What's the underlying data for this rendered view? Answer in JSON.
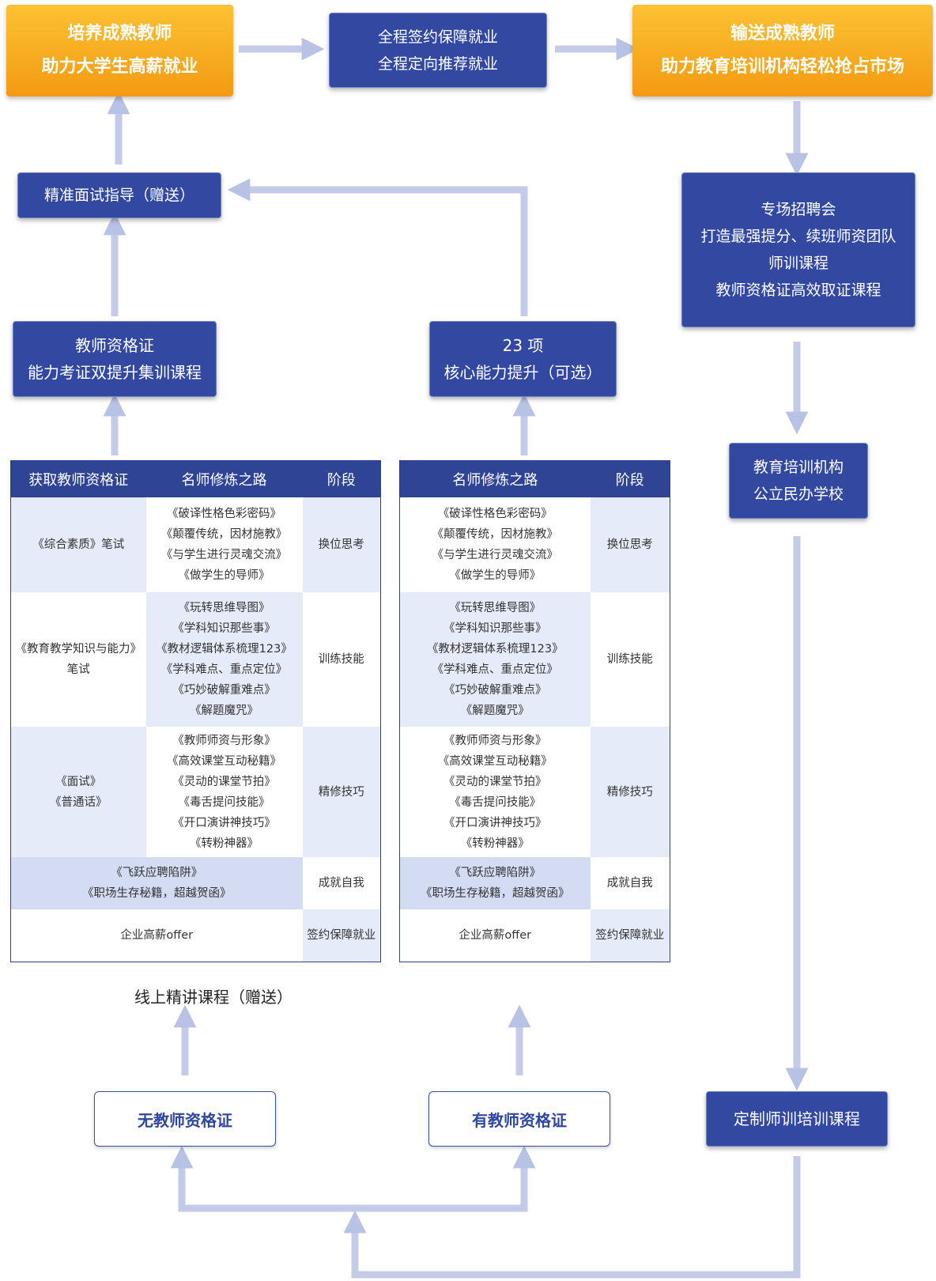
{
  "top": {
    "left_box": [
      "培养成熟教师",
      "助力大学生高薪就业"
    ],
    "middle_box": [
      "全程签约保障就业",
      "全程定向推荐就业"
    ],
    "right_box": [
      "输送成熟教师",
      "助力教育培训机构轻松抢占市场"
    ]
  },
  "interview_guidance": "精准面试指导（赠送）",
  "cert_course": [
    "教师资格证",
    "能力考证双提升集训课程"
  ],
  "core_ability": [
    "23 项",
    "核心能力提升（可选）"
  ],
  "recruitment": [
    "专场招聘会",
    "打造最强提分、续班师资团队",
    "师训课程",
    "教师资格证高效取证课程"
  ],
  "institutions": [
    "教育培训机构",
    "公立民办学校"
  ],
  "online_course": "线上精讲课程（赠送）",
  "no_cert": "无教师资格证",
  "has_cert": "有教师资格证",
  "custom_training": "定制师训培训课程",
  "left_table": {
    "headers": [
      "获取教师资格证",
      "名师修炼之路",
      "阶段"
    ],
    "rows": [
      {
        "exam": [
          "《综合素质》笔试"
        ],
        "path": [
          "《破译性格色彩密码》",
          "《颠覆传统，因材施教》",
          "《与学生进行灵魂交流》",
          "《做学生的导师》"
        ],
        "stage": "换位思考"
      },
      {
        "exam": [
          "《教育教学知识与能力》",
          "笔试"
        ],
        "path": [
          "《玩转思维导图》",
          "《学科知识那些事》",
          "《教材逻辑体系梳理123》",
          "《学科难点、重点定位》",
          "《巧妙破解重难点》",
          "《解题魔咒》"
        ],
        "stage": "训练技能"
      },
      {
        "exam": [
          "《面试》",
          "《普通话》"
        ],
        "path": [
          "《教师师资与形象》",
          "《高效课堂互动秘籍》",
          "《灵动的课堂节拍》",
          "《毒舌提问技能》",
          "《开口演讲神技巧》",
          "《转粉神器》"
        ],
        "stage": "精修技巧"
      },
      {
        "merged": [
          "《飞跃应聘陷阱》",
          "《职场生存秘籍，超越贺函》"
        ],
        "stage": "成就自我"
      },
      {
        "merged": [
          "企业高薪offer"
        ],
        "stage": "签约保障就业"
      }
    ]
  },
  "right_table": {
    "headers": [
      "名师修炼之路",
      "阶段"
    ],
    "rows": [
      {
        "path": [
          "《破译性格色彩密码》",
          "《颠覆传统，因材施教》",
          "《与学生进行灵魂交流》",
          "《做学生的导师》"
        ],
        "stage": "换位思考"
      },
      {
        "path": [
          "《玩转思维导图》",
          "《学科知识那些事》",
          "《教材逻辑体系梳理123》",
          "《学科难点、重点定位》",
          "《巧妙破解重难点》",
          "《解题魔咒》"
        ],
        "stage": "训练技能"
      },
      {
        "path": [
          "《教师师资与形象》",
          "《高效课堂互动秘籍》",
          "《灵动的课堂节拍》",
          "《毒舌提问技能》",
          "《开口演讲神技巧》",
          "《转粉神器》"
        ],
        "stage": "精修技巧"
      },
      {
        "path": [
          "《飞跃应聘陷阱》",
          "《职场生存秘籍，超越贺函》"
        ],
        "stage": "成就自我"
      },
      {
        "path": [
          "企业高薪offer"
        ],
        "stage": "签约保障就业"
      }
    ]
  }
}
